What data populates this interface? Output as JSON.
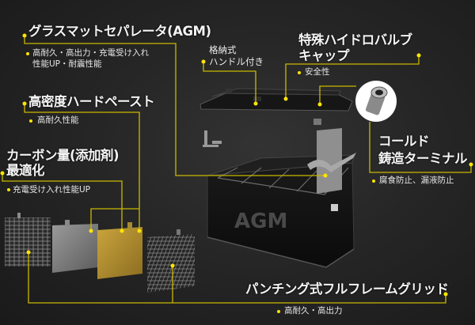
{
  "colors": {
    "accent_line": "#c9b800",
    "accent_dot": "#ffe600",
    "background": "#262626",
    "plate_gold": "#b8962e"
  },
  "labels": {
    "agm_separator": {
      "title": "グラスマットセパレータ(AGM)",
      "desc_line1": "高耐久・高出力・充電受け入れ",
      "desc_line2": "性能UP・耐震性能"
    },
    "hard_paste": {
      "title": "高密度ハードペースト",
      "desc": "高耐久性能"
    },
    "carbon": {
      "title_line1": "カーボン量(添加剤)",
      "title_line2": "最適化",
      "desc": "充電受け入れ性能UP"
    },
    "handle": {
      "line1": "格納式",
      "line2": "ハンドル付き"
    },
    "valve_cap": {
      "title_line1": "特殊ハイドロバルブ",
      "title_line2": "キャップ",
      "desc": "安全性"
    },
    "terminal": {
      "title_line1": "コールド",
      "title_line2": "鋳造ターミナル",
      "desc": "腐食防止、漏液防止"
    },
    "grid": {
      "title": "パンチング式フルフレームグリッド",
      "desc": "高耐久・高出力"
    }
  },
  "battery": {
    "case_text": "AGM"
  }
}
